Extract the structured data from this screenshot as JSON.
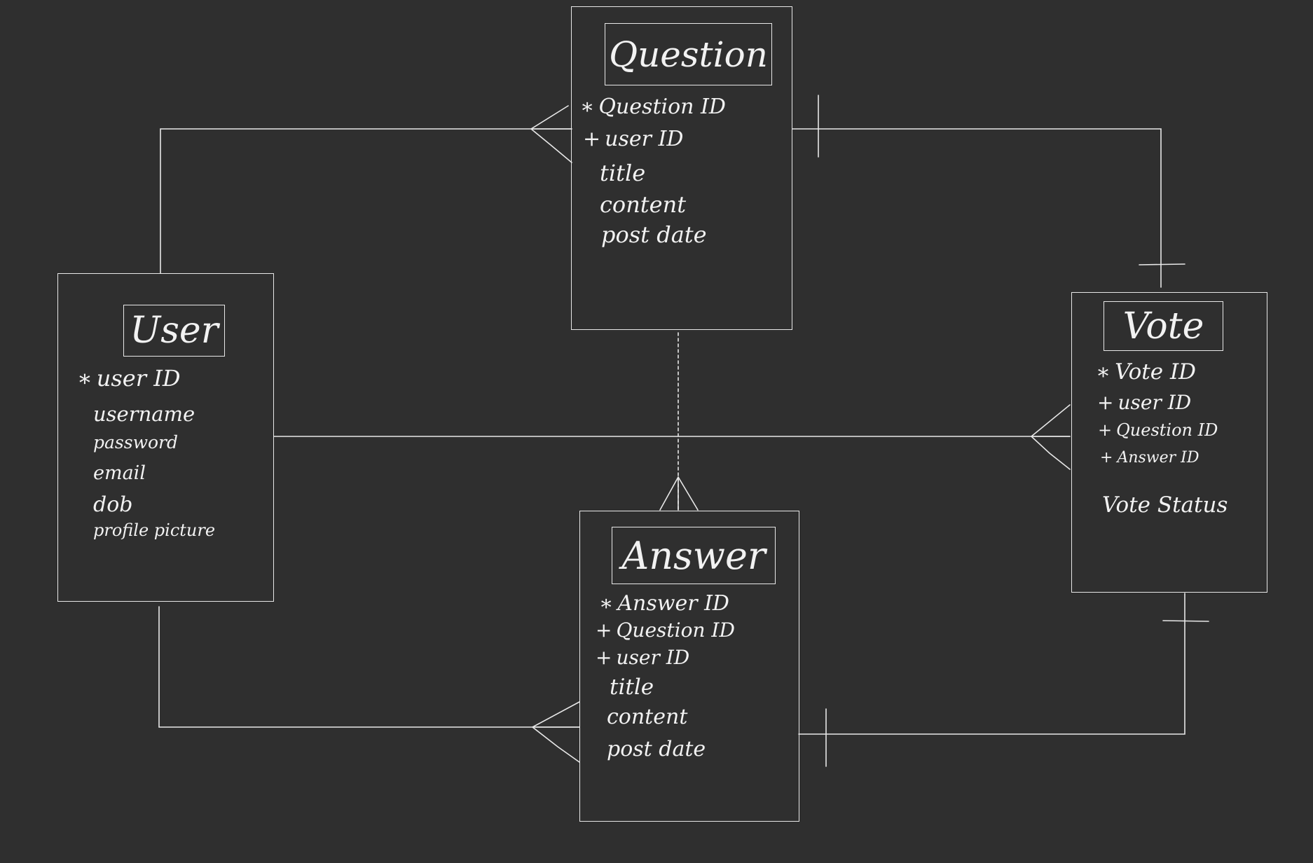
{
  "entities": {
    "question": {
      "title": "Question",
      "fields": [
        {
          "marker": "∗",
          "name": "Question ID"
        },
        {
          "marker": "+",
          "name": "user ID"
        },
        {
          "marker": "",
          "name": "title"
        },
        {
          "marker": "",
          "name": "content"
        },
        {
          "marker": "",
          "name": "post date"
        }
      ]
    },
    "user": {
      "title": "User",
      "fields": [
        {
          "marker": "∗",
          "name": "user ID"
        },
        {
          "marker": "",
          "name": "username"
        },
        {
          "marker": "",
          "name": "password"
        },
        {
          "marker": "",
          "name": "email"
        },
        {
          "marker": "",
          "name": "dob"
        },
        {
          "marker": "",
          "name": "profile picture"
        }
      ]
    },
    "vote": {
      "title": "Vote",
      "fields": [
        {
          "marker": "∗",
          "name": "Vote ID"
        },
        {
          "marker": "+",
          "name": "user ID"
        },
        {
          "marker": "+",
          "name": "Question ID"
        },
        {
          "marker": "+",
          "name": "Answer ID"
        },
        {
          "marker": "",
          "name": "Vote Status"
        }
      ]
    },
    "answer": {
      "title": "Answer",
      "fields": [
        {
          "marker": "∗",
          "name": "Answer ID"
        },
        {
          "marker": "+",
          "name": "Question ID"
        },
        {
          "marker": "+",
          "name": "user ID"
        },
        {
          "marker": "",
          "name": "title"
        },
        {
          "marker": "",
          "name": "content"
        },
        {
          "marker": "",
          "name": "post date"
        }
      ]
    }
  },
  "relationships": [
    {
      "from": "User",
      "to": "Question",
      "from_end": "one",
      "to_end": "many"
    },
    {
      "from": "Question",
      "to": "Vote",
      "from_end": "one",
      "to_end": "one"
    },
    {
      "from": "User",
      "to": "Vote",
      "from_end": "one",
      "to_end": "many"
    },
    {
      "from": "Question",
      "to": "Answer",
      "from_end": "one",
      "to_end": "many",
      "style": "dashed"
    },
    {
      "from": "User",
      "to": "Answer",
      "from_end": "one",
      "to_end": "many"
    },
    {
      "from": "Answer",
      "to": "Vote",
      "from_end": "one",
      "to_end": "one"
    }
  ],
  "colors": {
    "background": "#2f2f2f",
    "ink": "#e8e8e8"
  }
}
